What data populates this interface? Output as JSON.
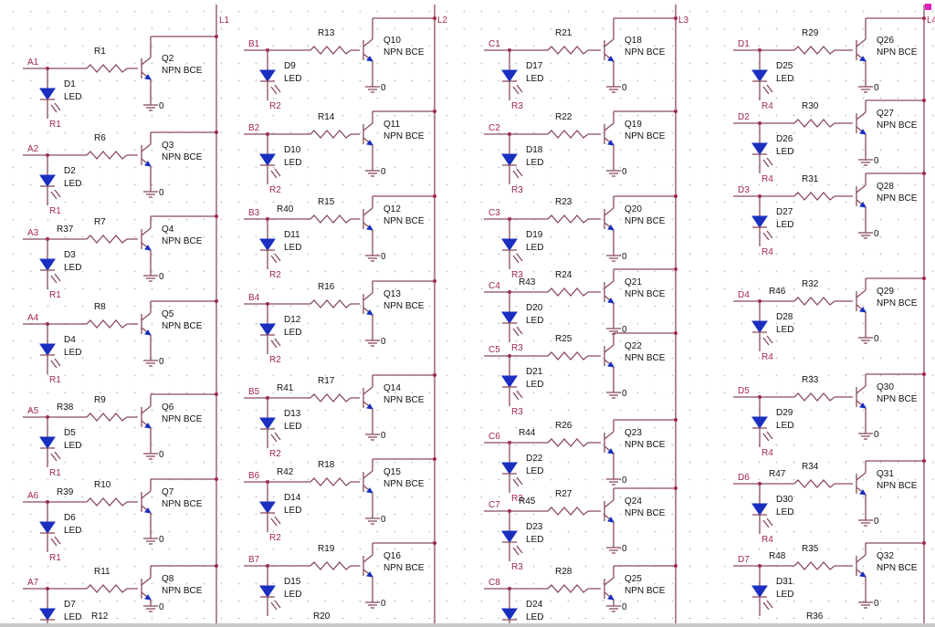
{
  "rails": [
    "L1",
    "L2",
    "L3",
    "L4"
  ],
  "transistor_type": "NPN BCE",
  "diode_type": "LED",
  "ground_label": "0",
  "colors": {
    "wire": "#8a4b5c",
    "net_label": "#a2284a",
    "diode": "#1a2fc0"
  },
  "columns": [
    {
      "stages": [
        {
          "input": "A1",
          "diode": "D1",
          "resistor": "R1",
          "transistor": "Q2",
          "tail": "R1"
        },
        {
          "input": "A2",
          "diode": "D2",
          "resistor": "R6",
          "transistor": "Q3",
          "tail": "R1"
        },
        {
          "input": "A3",
          "diode": "D3",
          "resistor": "R7",
          "transistor": "Q4",
          "tail": "R1",
          "extra": "R37"
        },
        {
          "input": "A4",
          "diode": "D4",
          "resistor": "R8",
          "transistor": "Q5",
          "tail": "R1"
        },
        {
          "input": "A5",
          "diode": "D5",
          "resistor": "R9",
          "transistor": "Q6",
          "tail": "R1",
          "extra": "R38"
        },
        {
          "input": "A6",
          "diode": "D6",
          "resistor": "R10",
          "transistor": "Q7",
          "tail": "R1",
          "extra": "R39"
        },
        {
          "input": "A7",
          "diode": "D7",
          "resistor": "R11",
          "transistor": "Q8",
          "tail": ""
        }
      ],
      "bottom": "R12"
    },
    {
      "stages": [
        {
          "input": "B1",
          "diode": "D9",
          "resistor": "R13",
          "transistor": "Q10",
          "tail": "R2"
        },
        {
          "input": "B2",
          "diode": "D10",
          "resistor": "R14",
          "transistor": "Q11",
          "tail": "R2"
        },
        {
          "input": "B3",
          "diode": "D11",
          "resistor": "R15",
          "transistor": "Q12",
          "tail": "R2",
          "extra": "R40"
        },
        {
          "input": "B4",
          "diode": "D12",
          "resistor": "R16",
          "transistor": "Q13",
          "tail": "R2"
        },
        {
          "input": "B5",
          "diode": "D13",
          "resistor": "R17",
          "transistor": "Q14",
          "tail": "R2",
          "extra": "R41"
        },
        {
          "input": "B6",
          "diode": "D14",
          "resistor": "R18",
          "transistor": "Q15",
          "tail": "R2",
          "extra": "R42"
        },
        {
          "input": "B7",
          "diode": "D15",
          "resistor": "R19",
          "transistor": "Q16",
          "tail": ""
        }
      ],
      "bottom": "R20"
    },
    {
      "stages": [
        {
          "input": "C1",
          "diode": "D17",
          "resistor": "R21",
          "transistor": "Q18",
          "tail": "R3"
        },
        {
          "input": "C2",
          "diode": "D18",
          "resistor": "R22",
          "transistor": "Q19",
          "tail": "R3"
        },
        {
          "input": "C3",
          "diode": "D19",
          "resistor": "R23",
          "transistor": "Q20",
          "tail": "R3"
        },
        {
          "input": "C4",
          "diode": "D20",
          "resistor": "R24",
          "transistor": "Q21",
          "tail": "R3",
          "extra": "R43"
        },
        {
          "input": "C5",
          "diode": "D21",
          "resistor": "R25",
          "transistor": "Q22",
          "tail": "R3"
        },
        {
          "input": "C6",
          "diode": "D22",
          "resistor": "R26",
          "transistor": "Q23",
          "tail": "R3",
          "extra": "R44"
        },
        {
          "input": "C7",
          "diode": "D23",
          "resistor": "R27",
          "transistor": "Q24",
          "tail": "R3",
          "extra": "R45"
        },
        {
          "input": "C8",
          "diode": "D24",
          "resistor": "R28",
          "transistor": "Q25",
          "tail": ""
        }
      ],
      "bottom": ""
    },
    {
      "stages": [
        {
          "input": "D1",
          "diode": "D25",
          "resistor": "R29",
          "transistor": "Q26",
          "tail": "R4"
        },
        {
          "input": "D2",
          "diode": "D26",
          "resistor": "R30",
          "transistor": "Q27",
          "tail": "R4"
        },
        {
          "input": "D3",
          "diode": "D27",
          "resistor": "R31",
          "transistor": "Q28",
          "tail": "R4"
        },
        {
          "input": "D4",
          "diode": "D28",
          "resistor": "R32",
          "transistor": "Q29",
          "tail": "R4",
          "extra": "R46"
        },
        {
          "input": "D5",
          "diode": "D29",
          "resistor": "R33",
          "transistor": "Q30",
          "tail": "R4"
        },
        {
          "input": "D6",
          "diode": "D30",
          "resistor": "R34",
          "transistor": "Q31",
          "tail": "R4",
          "extra": "R47"
        },
        {
          "input": "D7",
          "diode": "D31",
          "resistor": "R35",
          "transistor": "Q32",
          "tail": "",
          "extra": "R48"
        }
      ],
      "bottom": "R36"
    }
  ]
}
